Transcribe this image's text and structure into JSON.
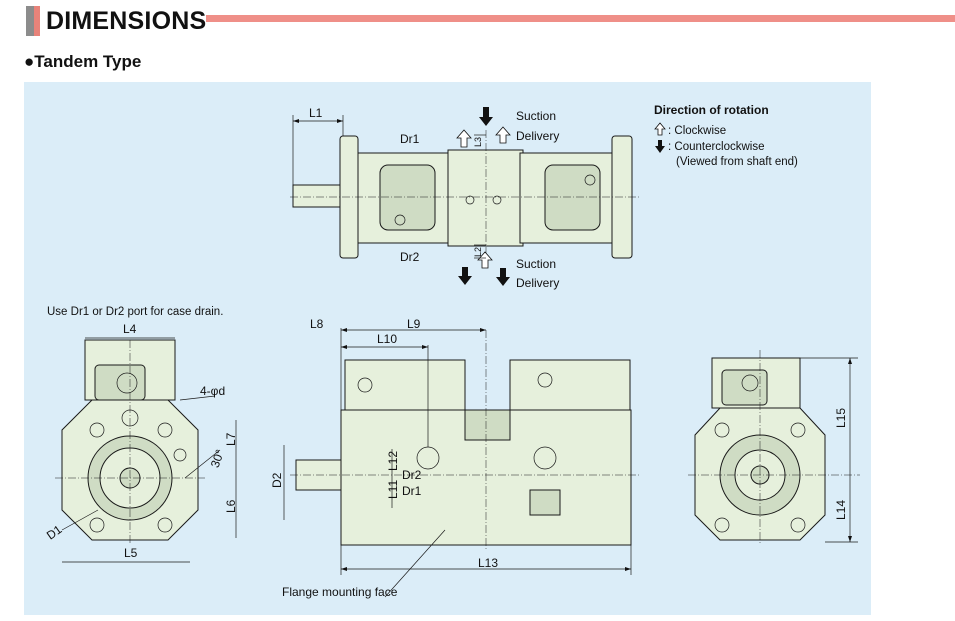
{
  "header": {
    "title": "DIMENSIONS",
    "subtitle": "●Tandem Type"
  },
  "legend": {
    "title": "Direction of rotation",
    "clockwise": ": Clockwise",
    "counterclockwise": ": Counterclockwise",
    "viewed": "(Viewed from shaft end)",
    "suction": "Suction",
    "delivery": "Delivery"
  },
  "notes": {
    "drain": "Use Dr1 or Dr2 port for case drain.",
    "flange": "Flange mounting face"
  },
  "labels": {
    "L1": "L1",
    "L2": "L2",
    "L3": "L3",
    "L4": "L4",
    "L5": "L5",
    "L6": "L6",
    "L7": "L7",
    "L8": "L8",
    "L9": "L9",
    "L10": "L10",
    "L11": "L11",
    "L12": "L12",
    "L13": "L13",
    "L14": "L14",
    "L15": "L15",
    "D1": "D1",
    "D2": "D2",
    "Dr1": "Dr1",
    "Dr2": "Dr2",
    "holes": "4-φd",
    "angle": "30°"
  },
  "colors": {
    "panel": "#dbedf8",
    "accent": "#ef8f88",
    "body": "#e6f0dc"
  }
}
